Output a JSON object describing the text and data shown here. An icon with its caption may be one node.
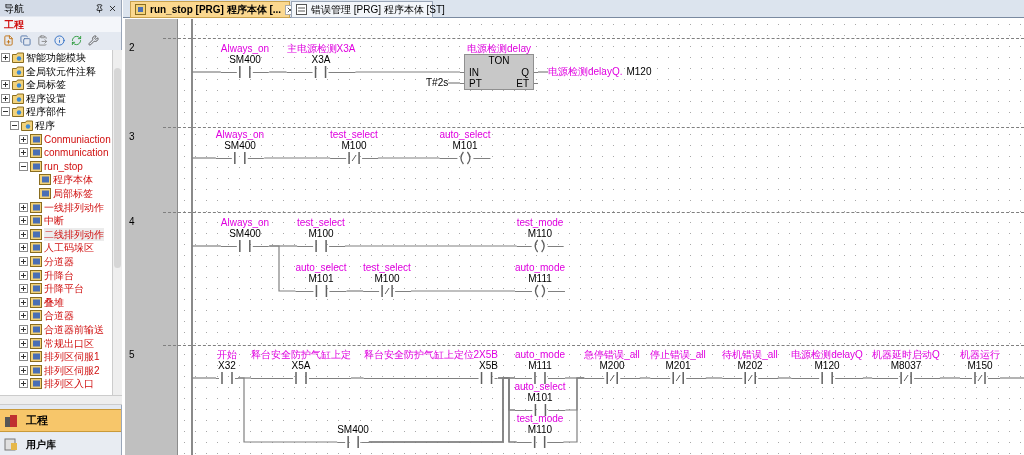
{
  "diagram": {
    "nodes": [
      {
        "text": [
          "Always_on",
          "SM400"
        ]
      },
      {
        "text": [
          "主电源检测X3A",
          "X3A"
        ]
      },
      {
        "text": [
          "电源检测delay",
          "TON",
          "IN",
          "Q",
          "PT",
          "ET"
        ]
      },
      {
        "text": [
          "T#2s"
        ]
      },
      {
        "text": [
          "电源检测delayQ.",
          "M120"
        ]
      },
      {
        "text": [
          "Always_on",
          "SM400"
        ]
      },
      {
        "text": [
          "test_select",
          "M100"
        ]
      },
      {
        "text": [
          "auto_select",
          "M101"
        ]
      },
      {
        "text": [
          "Always_on",
          "SM400"
        ]
      },
      {
        "text": [
          "test_select",
          "M100"
        ]
      },
      {
        "text": [
          "test_mode",
          "M110"
        ]
      },
      {
        "text": [
          "auto_select",
          "M101"
        ]
      },
      {
        "text": [
          "test_select",
          "M100"
        ]
      },
      {
        "text": [
          "auto_mode",
          "M111"
        ]
      },
      {
        "text": [
          "开始",
          "X32"
        ]
      },
      {
        "text": [
          "释台安全防护气缸上定",
          "X5A"
        ]
      },
      {
        "text": [
          "释台安全防护气缸上定位2X5B",
          "X5B"
        ]
      },
      {
        "text": [
          "SM400"
        ]
      },
      {
        "text": [
          "auto_mode",
          "M111"
        ]
      },
      {
        "text": [
          "auto_select",
          "M101"
        ]
      },
      {
        "text": [
          "test_mode",
          "M110"
        ]
      },
      {
        "text": [
          "急停错误_all",
          "M200"
        ]
      },
      {
        "text": [
          "停止错误_all",
          "M201"
        ]
      },
      {
        "text": [
          "待机错误_all",
          "M202"
        ]
      },
      {
        "text": [
          "电源检测delayQ",
          "M120"
        ]
      },
      {
        "text": [
          "机器延时启动Q",
          "M8037"
        ]
      },
      {
        "text": [
          "机器运行",
          "M150"
        ]
      }
    ],
    "edges": [
      {
        "from": null,
        "to": 0,
        "arrow": "none"
      },
      {
        "from": 0,
        "to": 1,
        "arrow": "none"
      },
      {
        "from": 1,
        "to": 2,
        "arrow": "none"
      },
      {
        "from": 3,
        "to": 2,
        "arrow": "none"
      },
      {
        "from": 2,
        "to": 4,
        "arrow": "none"
      },
      {
        "from": null,
        "to": 5,
        "arrow": "none"
      },
      {
        "from": 5,
        "to": 6,
        "arrow": "none"
      },
      {
        "from": 6,
        "to": 7,
        "arrow": "none"
      },
      {
        "from": null,
        "to": 8,
        "arrow": "none"
      },
      {
        "from": 8,
        "to": 9,
        "arrow": "none"
      },
      {
        "from": 8,
        "to": 11,
        "arrow": "none"
      },
      {
        "from": 9,
        "to": 10,
        "arrow": "none"
      },
      {
        "from": 11,
        "to": 12,
        "arrow": "none"
      },
      {
        "from": 12,
        "to": 13,
        "arrow": "none"
      },
      {
        "from": null,
        "to": 14,
        "arrow": "none"
      },
      {
        "from": 14,
        "to": 15,
        "arrow": "none"
      },
      {
        "from": 14,
        "to": 17,
        "arrow": "none"
      },
      {
        "from": 15,
        "to": 16,
        "arrow": "none"
      },
      {
        "from": 16,
        "to": 18,
        "arrow": "none"
      },
      {
        "from": 16,
        "to": 19,
        "arrow": "none"
      },
      {
        "from": 16,
        "to": 20,
        "arrow": "none"
      },
      {
        "from": 17,
        "to": 18,
        "arrow": "none"
      },
      {
        "from": 17,
        "to": 19,
        "arrow": "none"
      },
      {
        "from": 17,
        "to": 20,
        "arrow": "none"
      },
      {
        "from": 18,
        "to": 21,
        "arrow": "none"
      },
      {
        "from": 19,
        "to": 21,
        "arrow": "none"
      },
      {
        "from": 20,
        "to": 21,
        "arrow": "none"
      },
      {
        "from": 21,
        "to": 22,
        "arrow": "none"
      },
      {
        "from": 22,
        "to": 23,
        "arrow": "none"
      },
      {
        "from": 23,
        "to": 24,
        "arrow": "none"
      },
      {
        "from": 24,
        "to": 25,
        "arrow": "none"
      },
      {
        "from": 25,
        "to": 26,
        "arrow": "none"
      },
      {
        "from": 26,
        "to": null,
        "arrow": "none"
      }
    ],
    "labels": [
      "导航",
      "工程",
      "智能功能模块",
      "全局软元件注释",
      "全局标签",
      "程序设置",
      "程序部件",
      "程序",
      "Conmuniaction",
      "conmunication",
      "run_stop",
      "程序本体",
      "局部标签",
      "一线排列动作",
      "中断",
      "二线排列动作",
      "人工码垛区",
      "分道器",
      "升降台",
      "升降平台",
      "叠堆",
      "合道器",
      "合道器前输送",
      "常规出口区",
      "排列区伺服1",
      "排列区伺服2",
      "排列区入口",
      "工程",
      "用户库",
      "run_stop [PRG] 程序本体 [...",
      "错误管理 [PRG] 程序本体 [ST]",
      "2",
      "3",
      "4",
      "5"
    ]
  }
}
